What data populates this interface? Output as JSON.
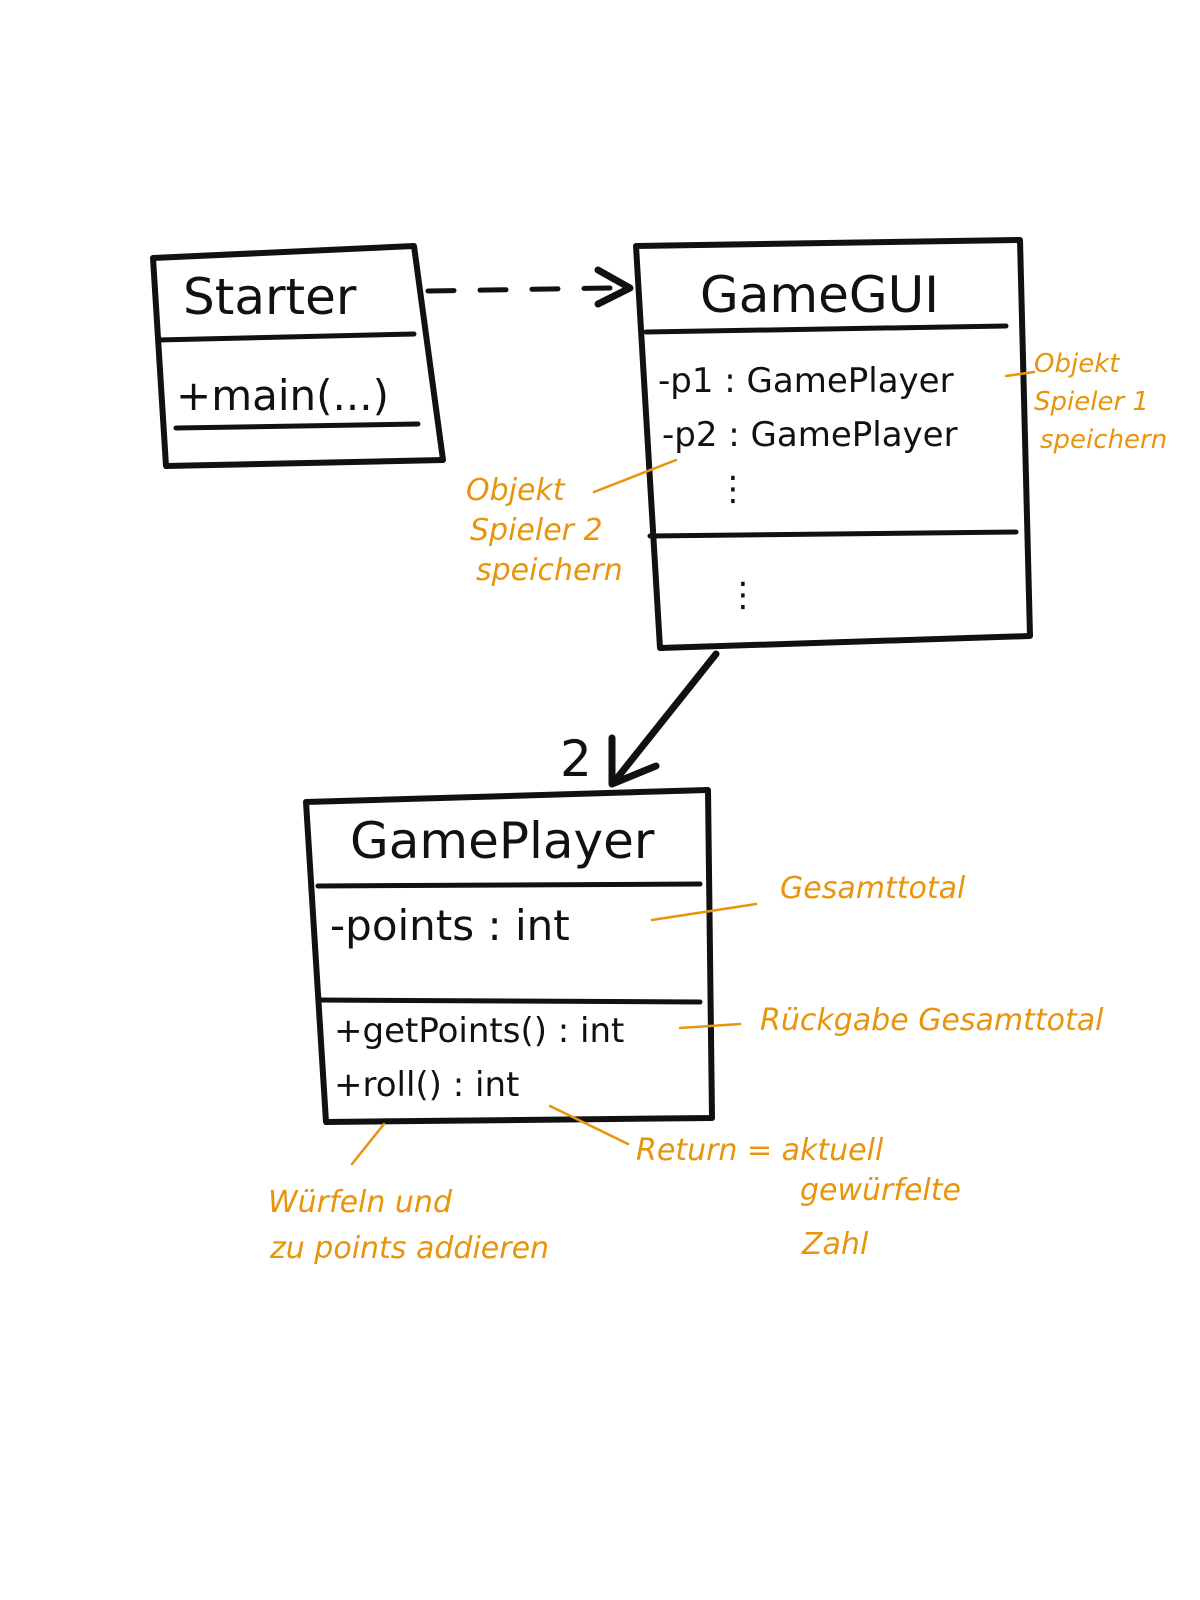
{
  "colors": {
    "ink": "#111111",
    "annotation": "#e8940c",
    "background": "#ffffff"
  },
  "classes": {
    "starter": {
      "name": "Starter",
      "methods": [
        "+main(...)"
      ]
    },
    "gamegui": {
      "name": "GameGUI",
      "attributes": [
        "-p1 : GamePlayer",
        "-p2 : GamePlayer",
        "⋮"
      ],
      "methods": [
        "⋮"
      ]
    },
    "gameplayer": {
      "name": "GamePlayer",
      "attributes": [
        "-points : int"
      ],
      "methods": [
        "+getPoints() : int",
        "+roll() : int"
      ]
    }
  },
  "relations": {
    "association_multiplicity": "2"
  },
  "annotations": {
    "p1_note": [
      "Objekt",
      "Spieler 1",
      "speichern"
    ],
    "p2_note": [
      "Objekt",
      "Spieler 2",
      "speichern"
    ],
    "points_note": "Gesamttotal",
    "getpoints_note": "Rückgabe Gesamttotal",
    "roll_return_note": [
      "Return = aktuell",
      "gewürfelte",
      "Zahl"
    ],
    "roll_action_note": [
      "Würfeln und",
      "zu points addieren"
    ]
  }
}
